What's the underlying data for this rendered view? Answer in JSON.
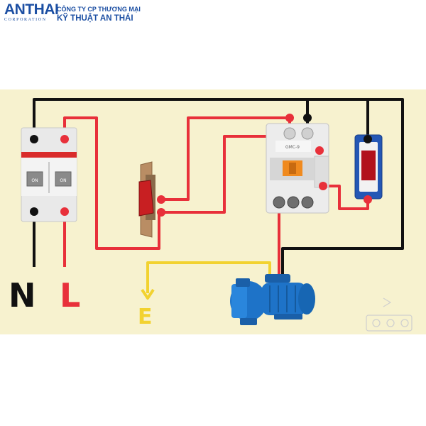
{
  "header": {
    "logo_text": "ANTHAI",
    "logo_subtext": "CORPORATION",
    "company_line1": "CÔNG TY CP THƯƠNG MẠI",
    "company_line2": "KỸ THUẬT AN THÁI"
  },
  "diagram": {
    "breaker": {
      "left_switch_label": "ON",
      "right_switch_label": "ON"
    },
    "contactor_label": "GMC-9",
    "terminal_labels": {
      "neutral": "N",
      "line": "L",
      "earth": "E"
    },
    "colors": {
      "background_band": "#f7f2cf",
      "neutral_wire": "#111111",
      "line_wire": "#e8303a",
      "earth_wire": "#f2d230",
      "pump": "#1e73c8",
      "logo": "#1c4fa3"
    },
    "icons": [
      "circuit-breaker-icon",
      "rocker-switch-icon",
      "contactor-icon",
      "indicator-lamp-icon",
      "water-pump-icon",
      "ground-arrow-icon"
    ]
  }
}
